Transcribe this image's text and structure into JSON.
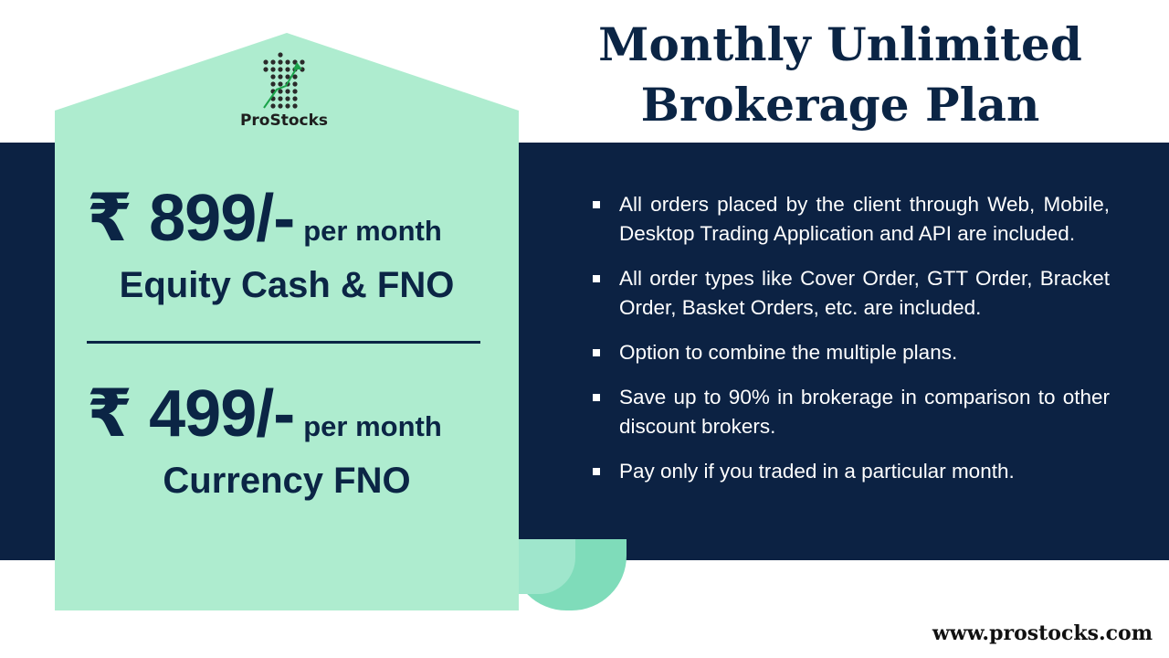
{
  "title_line1": "Monthly Unlimited",
  "title_line2": "Brokerage Plan",
  "logo": {
    "name": "ProStocks",
    "icon": "prostocks-logo-icon",
    "accent": "#1aa34a"
  },
  "plans": [
    {
      "amount": "₹ 899/-",
      "unit": "per month",
      "segment": "Equity Cash & FNO"
    },
    {
      "amount": "₹ 499/-",
      "unit": "per month",
      "segment": "Currency FNO"
    }
  ],
  "features": [
    "All orders placed by the client through Web, Mobile, Desktop Trading Application and API are included.",
    "All order types like Cover Order, GTT Order, Bracket Order, Basket Orders, etc. are included.",
    "Option to combine the multiple plans.",
    "Save up to 90% in brokerage in comparison to other discount brokers.",
    "Pay only if you traded in a particular month."
  ],
  "website": "www.prostocks.com",
  "colors": {
    "navy": "#0c2243",
    "mint": "#aeeccf",
    "text_dark": "#0b2545"
  }
}
